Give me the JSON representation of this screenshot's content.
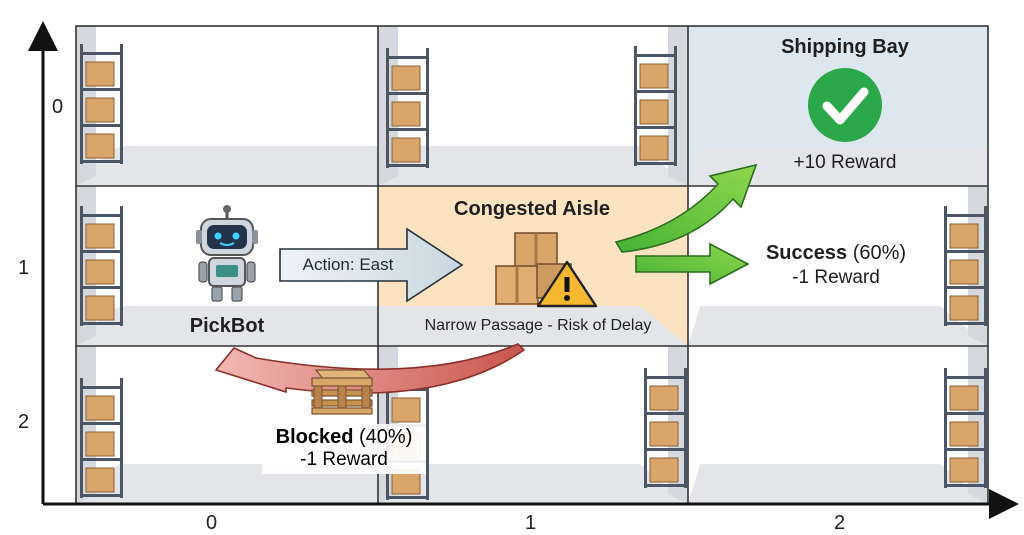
{
  "axes": {
    "x_ticks": [
      "0",
      "1",
      "2"
    ],
    "y_ticks": [
      "0",
      "1",
      "2"
    ]
  },
  "cells": {
    "shipping_bay": {
      "title": "Shipping Bay",
      "reward": "+10 Reward",
      "icon": "check-circle-icon",
      "accent": "#2aa84a"
    },
    "congested_aisle": {
      "title": "Congested Aisle",
      "subtitle": "Narrow Passage - Risk of Delay",
      "fill": "#fbe3c2",
      "icon": "warning-icon"
    },
    "pickbot": {
      "label": "PickBot",
      "icon": "robot-icon"
    }
  },
  "action": {
    "label": "Action: East"
  },
  "outcomes": {
    "success": {
      "label": "Success",
      "prob": "(60%)",
      "reward": "-1 Reward",
      "color": "#5ec43c"
    },
    "blocked": {
      "label": "Blocked",
      "prob": "(40%)",
      "reward": "-1 Reward",
      "color": "#e89a9a",
      "icon": "pallet-icon"
    }
  },
  "colors": {
    "grid_line": "#333333",
    "shipping_fill": "#dde7ef",
    "floor": "#e3e5e8",
    "shelf": "#4b5563",
    "box": "#d9a66a"
  }
}
